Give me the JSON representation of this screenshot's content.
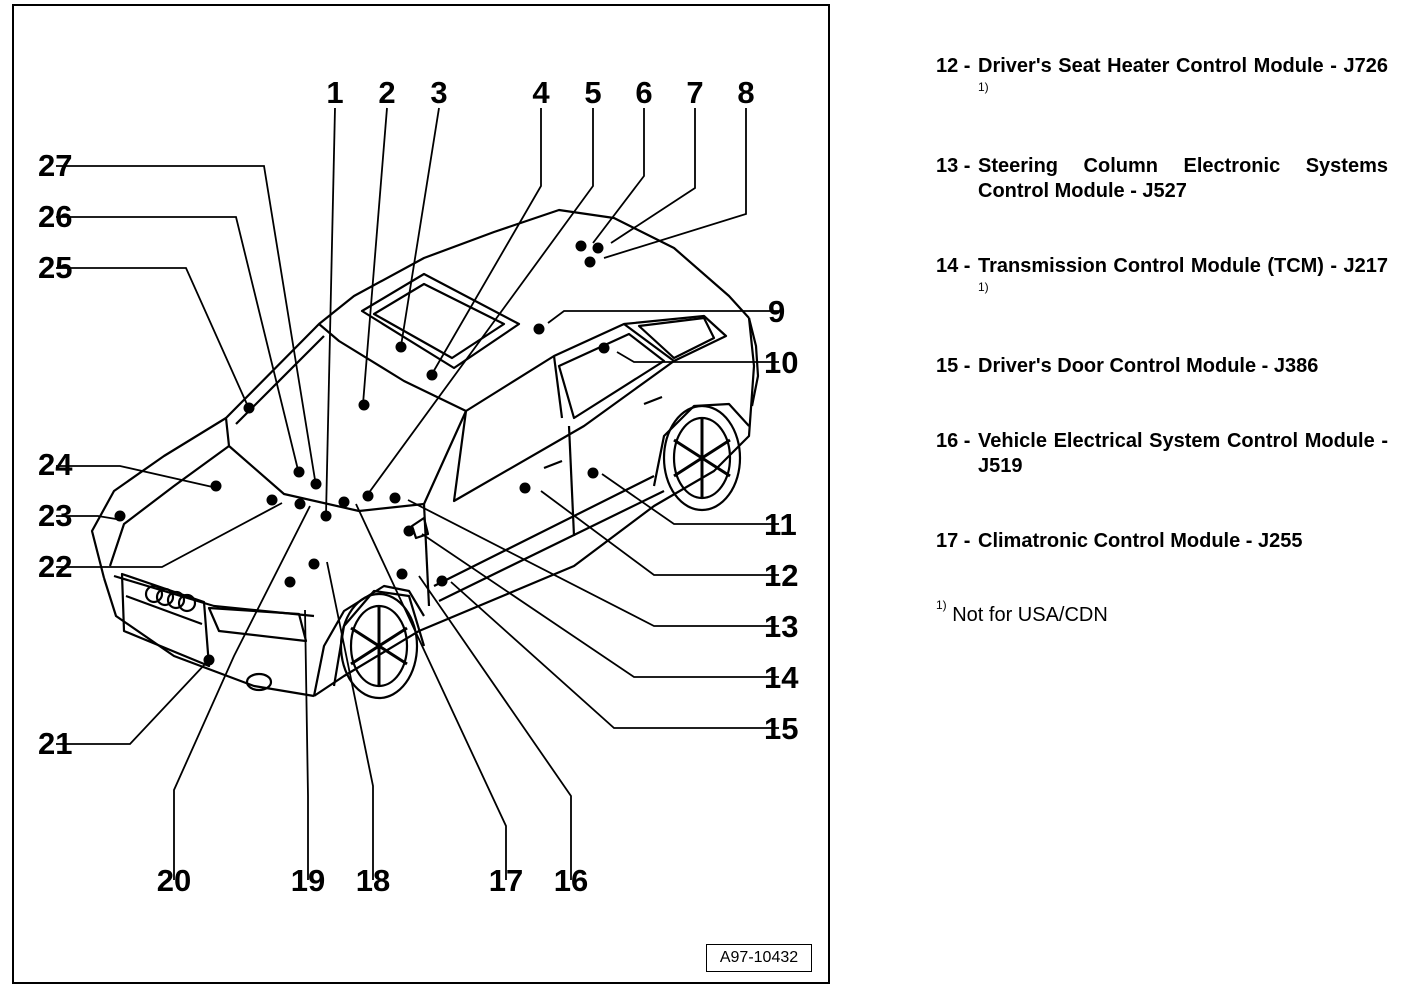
{
  "figure": {
    "reference": "A97-10432",
    "numbers": [
      "1",
      "2",
      "3",
      "4",
      "5",
      "6",
      "7",
      "8",
      "9",
      "10",
      "11",
      "12",
      "13",
      "14",
      "15",
      "16",
      "17",
      "18",
      "19",
      "20",
      "21",
      "22",
      "23",
      "24",
      "25",
      "26",
      "27"
    ]
  },
  "legend": [
    {
      "num": "12 -",
      "text": "Driver's Seat Heater Control Module - J726",
      "note": "1)"
    },
    {
      "num": "13 -",
      "text": "Steering Column Electronic Systems Control Module - J527",
      "note": ""
    },
    {
      "num": "14 -",
      "text": "Transmission Control Module (TCM) - J217",
      "note": "1)"
    },
    {
      "num": "15 -",
      "text": "Driver's Door Control Module - J386",
      "note": ""
    },
    {
      "num": "16 -",
      "text": "Vehicle Electrical System Control Module - J519",
      "note": ""
    },
    {
      "num": "17 -",
      "text": "Climatronic Control Module - J255",
      "note": ""
    }
  ],
  "footnote": {
    "mark": "1)",
    "text": "Not for USA/CDN"
  }
}
